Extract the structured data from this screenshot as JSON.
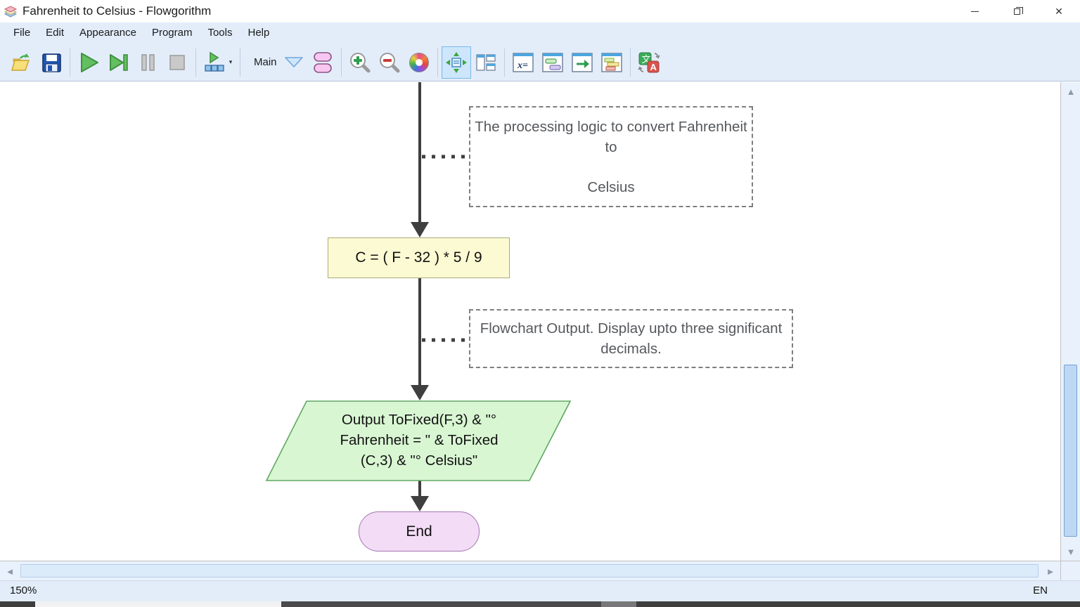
{
  "window": {
    "title": "Fahrenheit to Celsius - Flowgorithm"
  },
  "menu": {
    "items": [
      "File",
      "Edit",
      "Appearance",
      "Program",
      "Tools",
      "Help"
    ]
  },
  "toolbar": {
    "function_selector": {
      "label": "Main"
    },
    "glyphs": {
      "variable_watch": "x=",
      "translate_source": "文",
      "translate_target": "A"
    },
    "icons": [
      "open-icon",
      "save-icon",
      "run-icon",
      "step-icon",
      "pause-icon",
      "stop-icon",
      "run-chart-icon",
      "function-dropdown-icon",
      "functions-icon",
      "zoom-in-icon",
      "zoom-out-icon",
      "color-wheel-icon",
      "fit-window-icon",
      "layout-icon",
      "variable-watch-icon",
      "console-icon",
      "output-window-icon",
      "report-icon",
      "translate-icon"
    ]
  },
  "flowchart": {
    "comment1": {
      "line1": "The processing logic to convert Fahrenheit to",
      "line2": "Celsius"
    },
    "assignment": {
      "text": "C = ( F - 32 ) * 5 / 9"
    },
    "comment2": {
      "text": "Flowchart Output. Display upto three significant decimals."
    },
    "output": {
      "line1": "Output ToFixed(F,3) & \"°",
      "line2": "Fahrenheit = \" & ToFixed",
      "line3": "(C,3) & \"° Celsius\""
    },
    "end": {
      "label": "End"
    }
  },
  "statusbar": {
    "zoom_level": "150%",
    "language": "EN"
  },
  "colors": {
    "chrome_bg": "#e3edfa",
    "assignment_fill": "#fbfad3",
    "assignment_border": "#abab78",
    "output_fill": "#d9f6d3",
    "output_border": "#5fa860",
    "end_fill": "#f3dcf6",
    "end_border": "#a377b0",
    "comment_border": "#7f7f7f",
    "connector": "#3f3f3f"
  }
}
